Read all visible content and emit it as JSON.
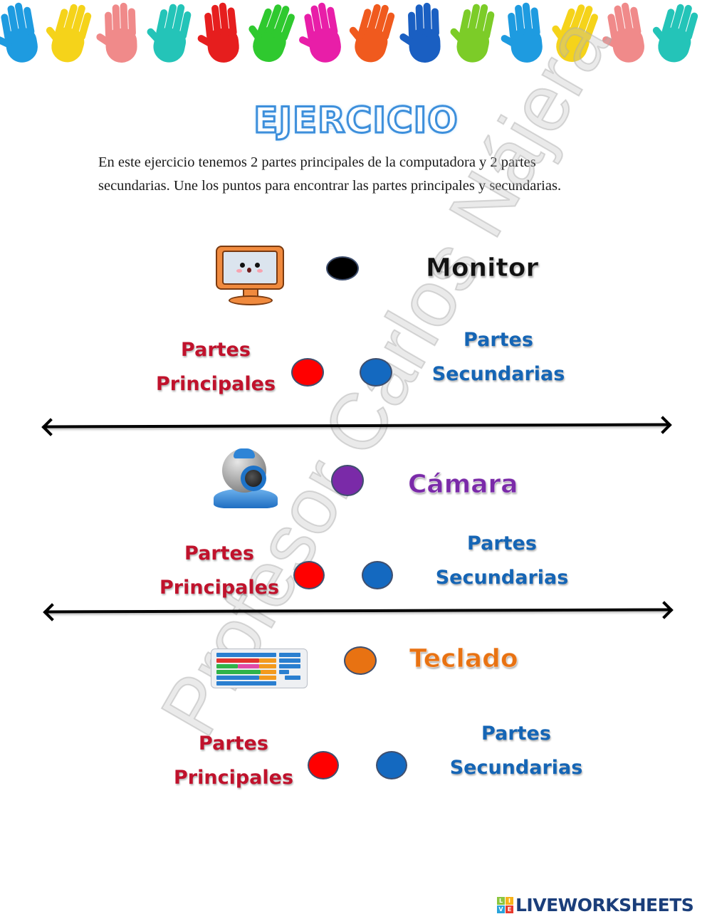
{
  "banner": {
    "description": "row of colorful hand prints",
    "hand_colors": [
      "#1e9be0",
      "#f5d31a",
      "#f08a8a",
      "#24c4b8",
      "#e61e1e",
      "#2fc92f",
      "#e81ea8",
      "#f05a1e",
      "#1a5fc2",
      "#7ccc28",
      "#1e9be0",
      "#f5d31a",
      "#f08a8a",
      "#24c4b8"
    ]
  },
  "header": {
    "title": "EJERCICIO",
    "instructions": "En este ejercicio tenemos 2 partes principales de la computadora y 2 partes secundarias. Une los puntos para encontrar las partes principales y secundarias."
  },
  "watermark": "Profesor Carlos Nájera",
  "sections": [
    {
      "device": "Monitor",
      "icon": "monitor-icon",
      "device_color": "#111111",
      "dot_color": "#000000",
      "left_label_line1": "Partes",
      "left_label_line2": "Principales",
      "right_label_line1": "Partes",
      "right_label_line2": "Secundarias",
      "left_dot_color": "#ff0000",
      "right_dot_color": "#1469c0"
    },
    {
      "device": "Cámara",
      "icon": "webcam-icon",
      "device_color": "#7a2aa8",
      "dot_color": "#7a2aa8",
      "left_label_line1": "Partes",
      "left_label_line2": "Principales",
      "right_label_line1": "Partes",
      "right_label_line2": "Secundarias",
      "left_dot_color": "#ff0000",
      "right_dot_color": "#1469c0"
    },
    {
      "device": "Teclado",
      "icon": "keyboard-icon",
      "device_color": "#e87212",
      "dot_color": "#e87212",
      "left_label_line1": "Partes",
      "left_label_line2": "Principales",
      "right_label_line1": "Partes",
      "right_label_line2": "Secundarias",
      "left_dot_color": "#ff0000",
      "right_dot_color": "#1469c0"
    }
  ],
  "footer": {
    "logo_badge": [
      "L",
      "I",
      "V",
      "E"
    ],
    "logo_text": "LIVEWORKSHEETS",
    "logo_color": "#1b3e7a"
  }
}
